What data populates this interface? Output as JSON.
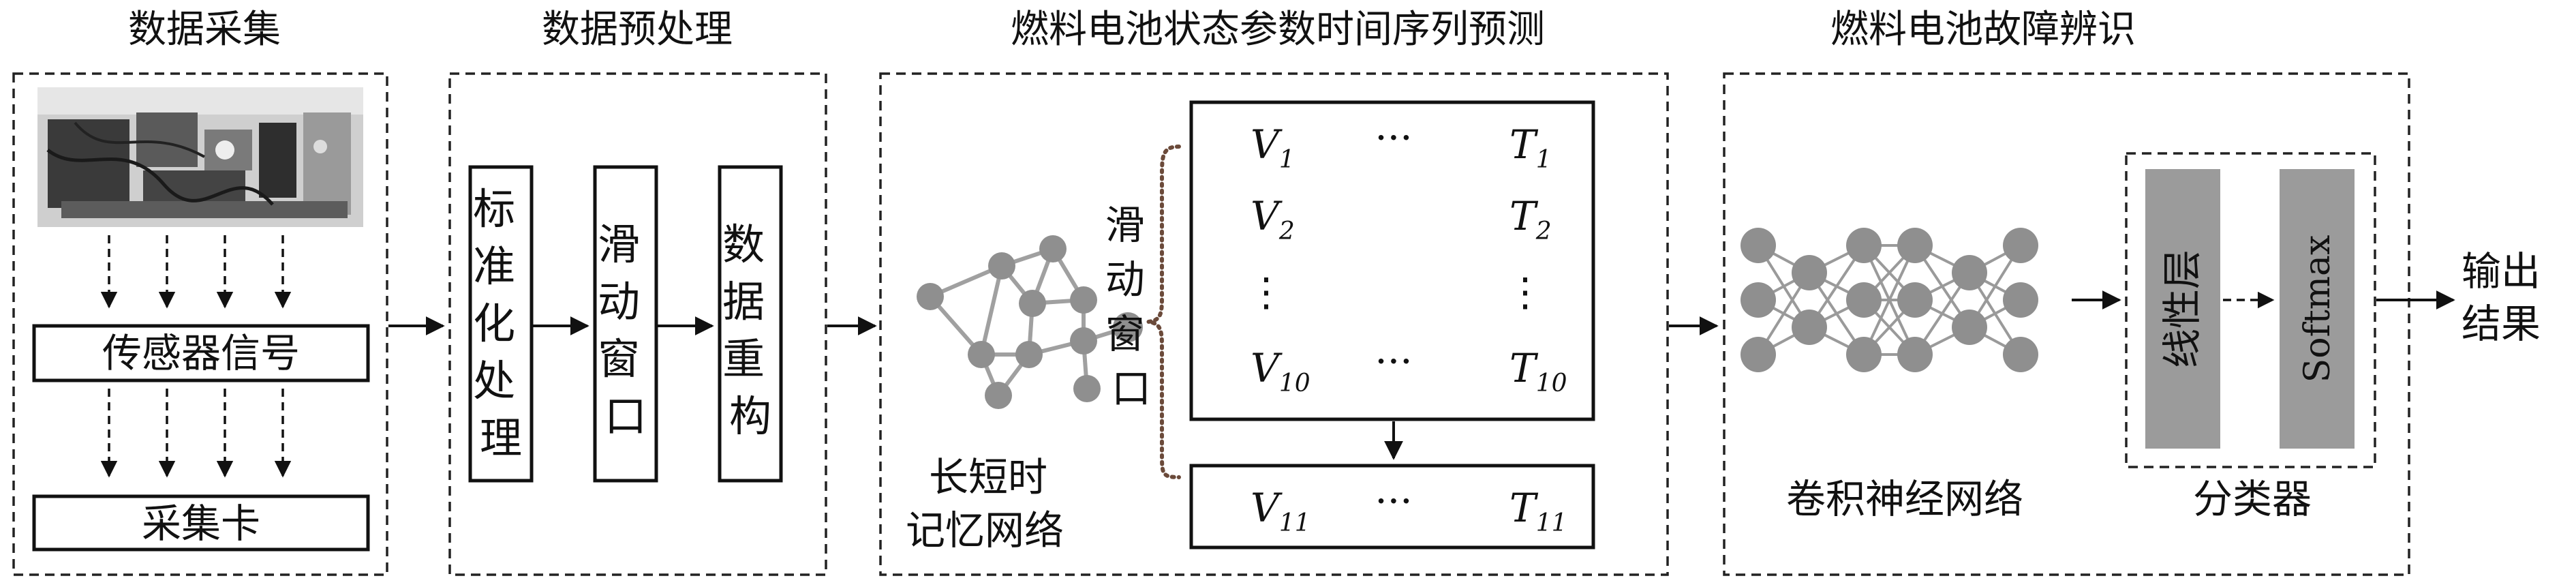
{
  "sections": {
    "acquisition": "数据采集",
    "preprocessing": "数据预处理",
    "prediction": "燃料电池状态参数时间序列预测",
    "diagnosis": "燃料电池故障辨识"
  },
  "acquisition": {
    "sensor_signal": "传感器信号",
    "daq_card": "采集卡"
  },
  "preprocessing": {
    "steps": [
      "标准化处理",
      "滑动窗口",
      "数据重构"
    ]
  },
  "prediction": {
    "lstm_label_line1": "长短时",
    "lstm_label_line2": "记忆网络",
    "sliding_window": "滑动窗口",
    "matrix": {
      "rows": [
        {
          "v": "V",
          "v_sub": "1",
          "mid": "···",
          "t": "T",
          "t_sub": "1"
        },
        {
          "v": "V",
          "v_sub": "2",
          "mid": "",
          "t": "T",
          "t_sub": "2"
        },
        {
          "v": "⋮",
          "v_sub": "",
          "mid": "",
          "t": "⋮",
          "t_sub": ""
        },
        {
          "v": "V",
          "v_sub": "10",
          "mid": "···",
          "t": "T",
          "t_sub": "10"
        }
      ],
      "output_row": {
        "v": "V",
        "v_sub": "11",
        "mid": "···",
        "t": "T",
        "t_sub": "11"
      }
    }
  },
  "diagnosis": {
    "cnn_label": "卷积神经网络",
    "classifier_label": "分类器",
    "linear_layer": "线性层",
    "softmax": "Softmax"
  },
  "output": {
    "line1": "输出",
    "line2": "结果"
  },
  "colors": {
    "node_gray": "#8f8f8f",
    "bar_gray": "#9b9b9b",
    "line": "#111111"
  }
}
